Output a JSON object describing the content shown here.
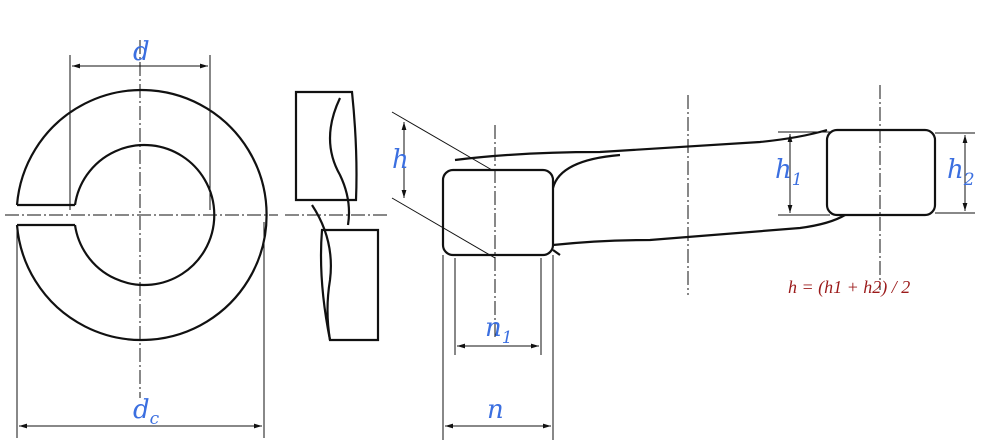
{
  "labels": {
    "d": "d",
    "dc_main": "d",
    "dc_sub": "c",
    "h": "h",
    "h1_main": "h",
    "h1_sub": "1",
    "h2_main": "h",
    "h2_sub": "2",
    "n1_main": "n",
    "n1_sub": "1",
    "n": "n"
  },
  "formula": "h = (h1 + h2) / 2",
  "colors": {
    "label": "#3b6fe0",
    "formula": "#9b1a1a",
    "line": "#111111"
  }
}
